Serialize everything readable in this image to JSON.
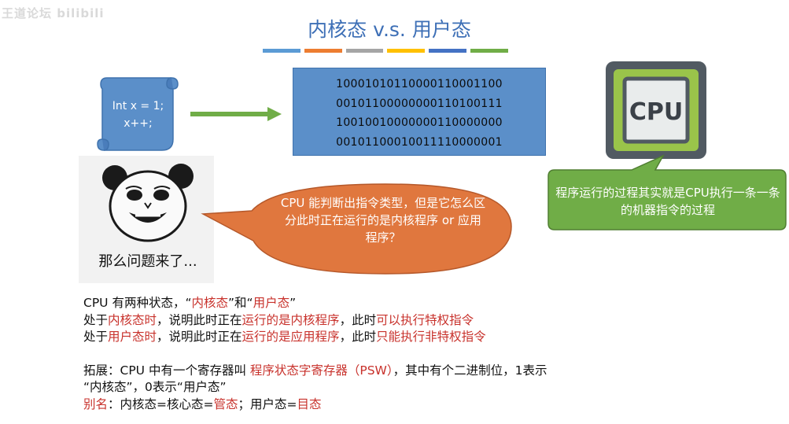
{
  "watermark": "王道论坛 bilibili",
  "title": "内核态 v.s. 用户态",
  "title_bar_colors": [
    "#5b9bd5",
    "#ed7d31",
    "#a5a5a5",
    "#ffc000",
    "#4472c4",
    "#70ad47"
  ],
  "code": {
    "line1": "Int x = 1;",
    "line2": "x++;"
  },
  "binary": [
    "10001010110000110001100",
    "00101100000000110100111",
    "10010010000000110000000",
    "00101100010011110000001"
  ],
  "cpu_chip": {
    "label": "CPU"
  },
  "green_bubble": {
    "text": "程序运行的过程其实就是CPU执行一条一条的机器指令的过程"
  },
  "meme": {
    "caption": "那么问题来了..."
  },
  "orange_bubble": {
    "text": "CPU 能判断出指令类型，但是它怎么区分此时正在运行的是内核程序 or 应用程序？"
  },
  "notes": {
    "l1": {
      "a": "CPU 有两种状态，“",
      "b": "内核态",
      "c": "”和“",
      "d": "用户态",
      "e": "”"
    },
    "l2": {
      "a": "处于",
      "b": "内核态时",
      "c": "，说明此时正在",
      "d": "运行的是内核程序",
      "e": "，此时",
      "f": "可以执行特权指令"
    },
    "l3": {
      "a": "处于",
      "b": "用户态时",
      "c": "，说明此时正在",
      "d": "运行的是应用程序",
      "e": "，此时",
      "f": "只能执行非特权指令"
    },
    "l4": {
      "a": "拓展：CPU 中有一个寄存器叫 ",
      "b": "程序状态字寄存器（PSW）",
      "c": "，其中有个二进制位，1表示"
    },
    "l5": {
      "a": "“内核态”，0表示“用户态”"
    },
    "l6": {
      "a": "别名",
      "b": "：内核态=核心态=",
      "c": "管态",
      "d": "；用户态=",
      "e": "目态"
    }
  },
  "colors": {
    "title": "#3d6fb6",
    "binary_box": "#5b8fc9",
    "arrow": "#70ad47",
    "green_bubble": "#70ad47",
    "orange_bubble": "#e0773e",
    "highlight_red": "#c8322c"
  }
}
